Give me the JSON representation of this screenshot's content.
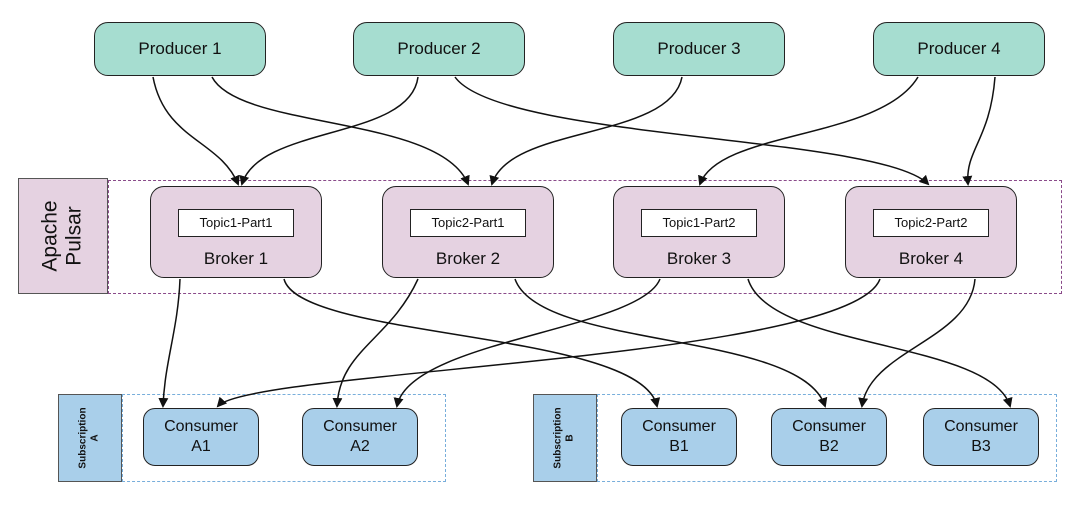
{
  "producers": [
    {
      "label": "Producer 1"
    },
    {
      "label": "Producer 2"
    },
    {
      "label": "Producer 3"
    },
    {
      "label": "Producer 4"
    }
  ],
  "cluster": {
    "label": "Apache\nPulsar"
  },
  "brokers": [
    {
      "label": "Broker 1",
      "topic": "Topic1-Part1"
    },
    {
      "label": "Broker 2",
      "topic": "Topic2-Part1"
    },
    {
      "label": "Broker 3",
      "topic": "Topic1-Part2"
    },
    {
      "label": "Broker 4",
      "topic": "Topic2-Part2"
    }
  ],
  "subscriptions": [
    {
      "label": "Subscription\nA"
    },
    {
      "label": "Subscription\nB"
    }
  ],
  "consumers": [
    {
      "label": "Consumer\nA1"
    },
    {
      "label": "Consumer\nA2"
    },
    {
      "label": "Consumer\nB1"
    },
    {
      "label": "Consumer\nB2"
    },
    {
      "label": "Consumer\nB3"
    }
  ],
  "colors": {
    "producer": "#a6ddd0",
    "broker": "#e5d2e1",
    "consumer": "#a9cfea",
    "cluster_border": "#8a4a8a",
    "subscription_border": "#78aedb",
    "edge": "#111111"
  }
}
